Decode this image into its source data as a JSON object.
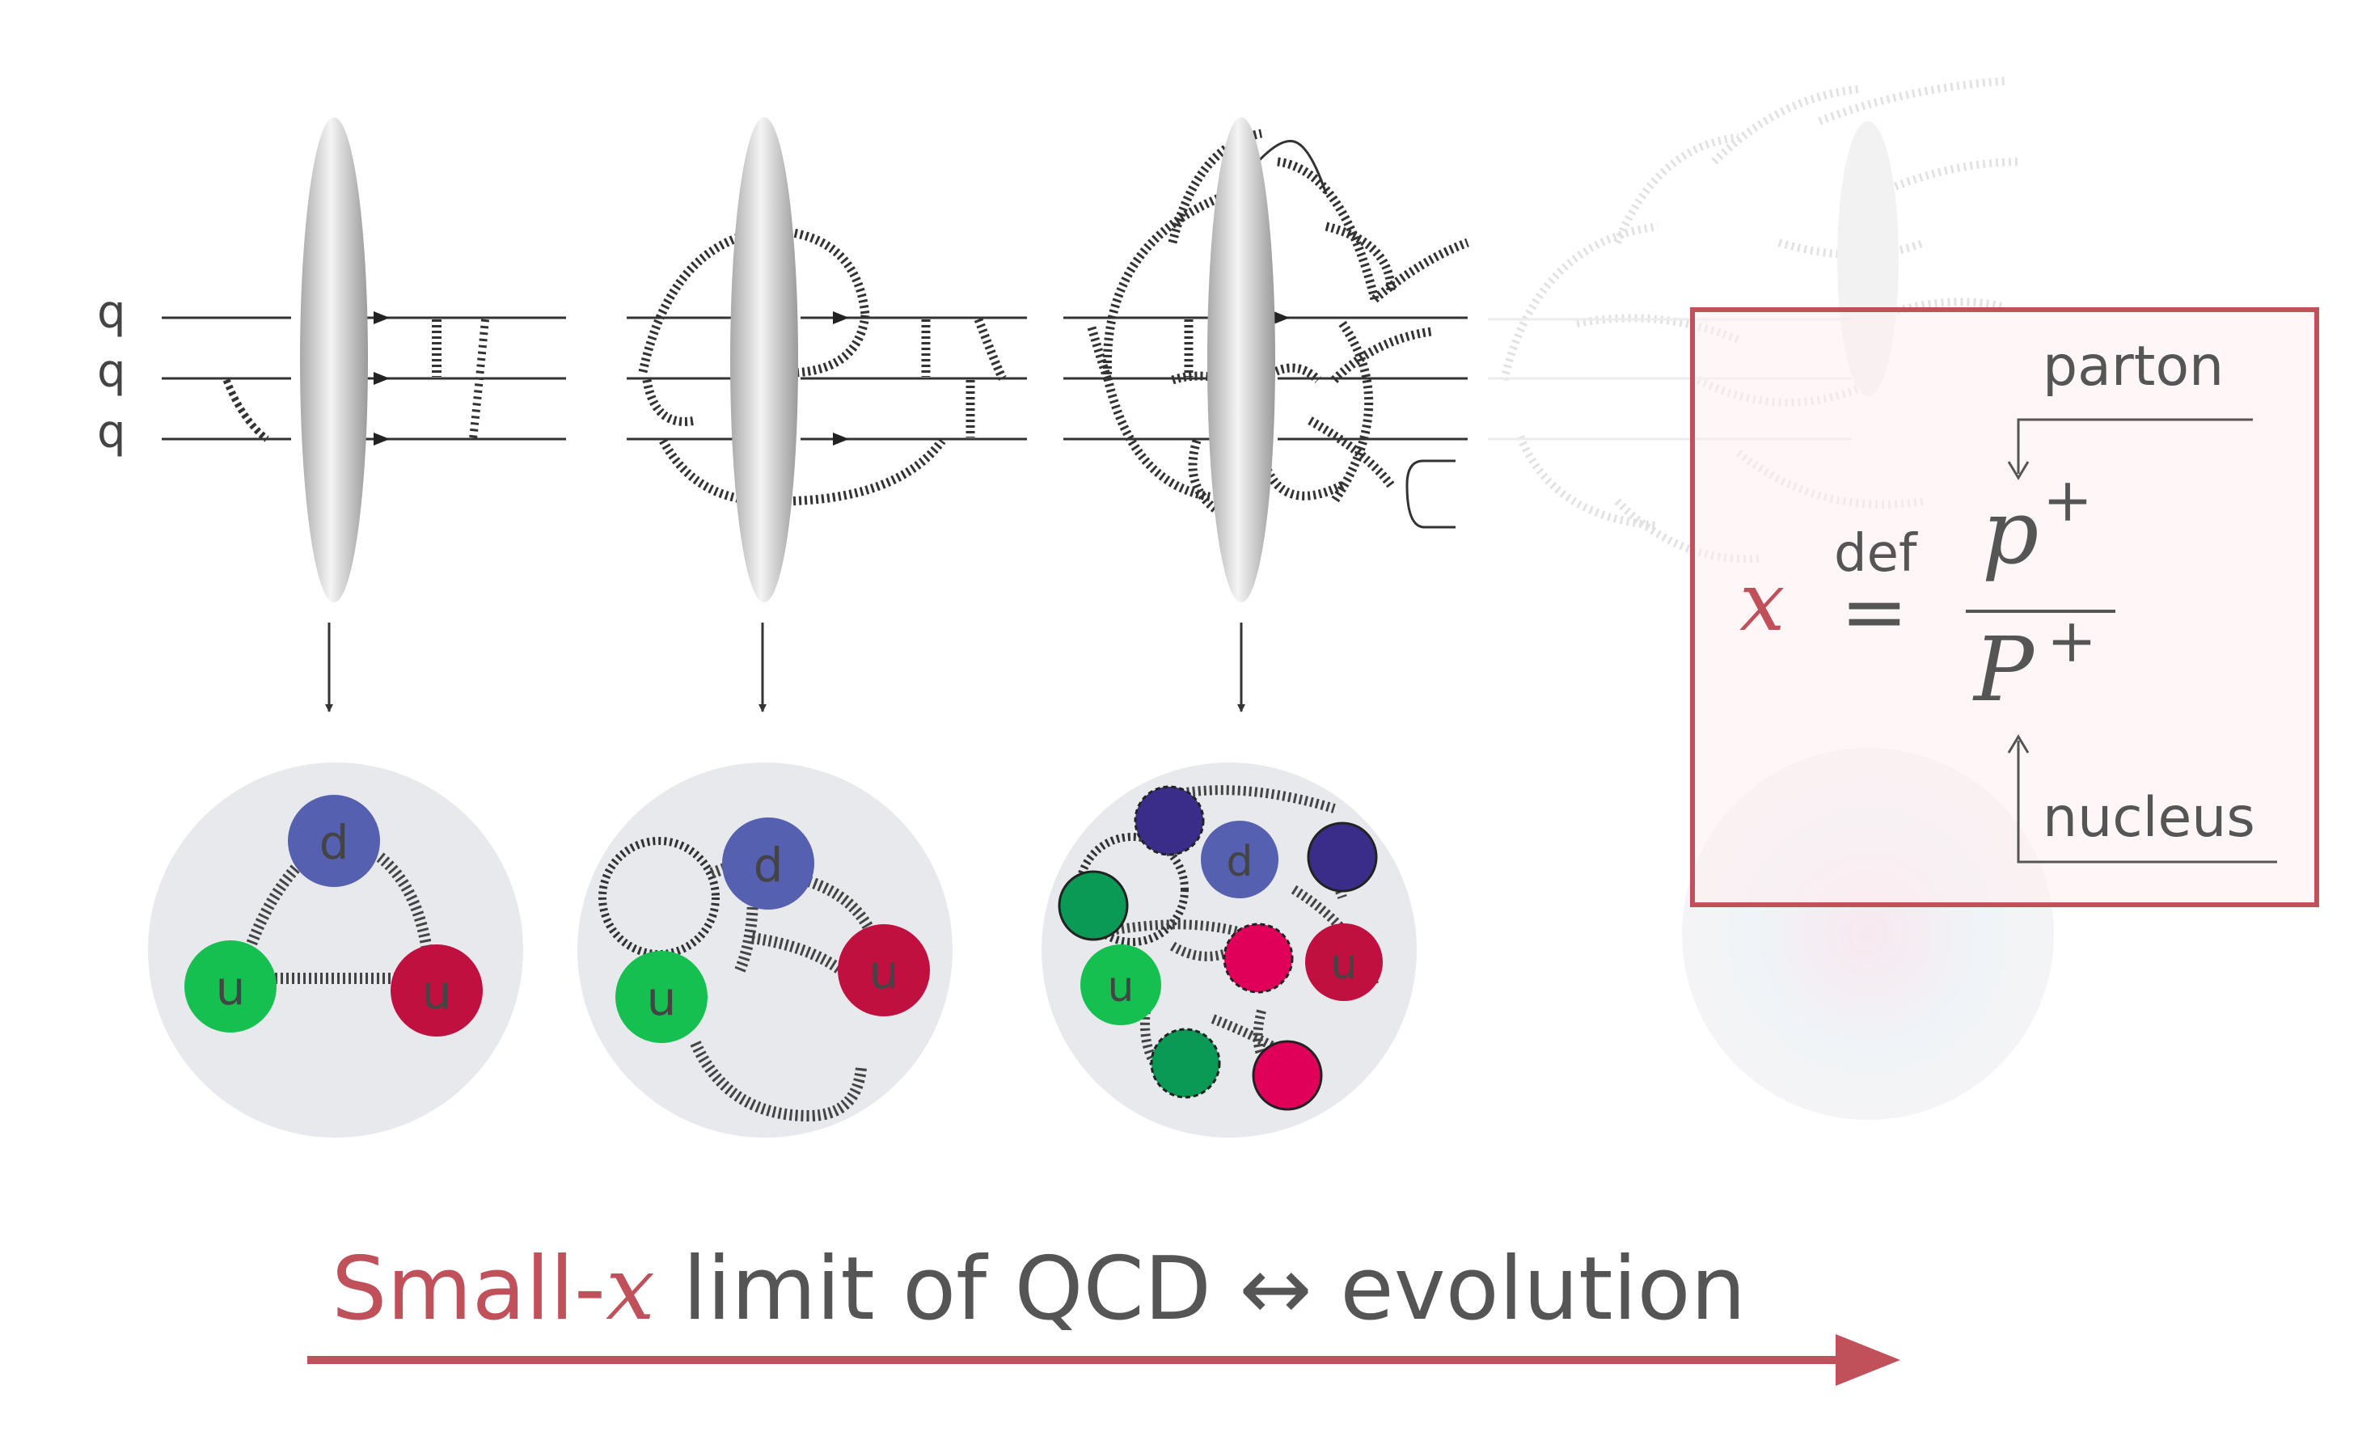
{
  "diagram": {
    "quark_labels": [
      "q",
      "q",
      "q"
    ],
    "panels": [
      {
        "quarks": [
          {
            "flavor": "d",
            "color": "#5560b0"
          },
          {
            "flavor": "u",
            "color": "#16c050"
          },
          {
            "flavor": "u",
            "color": "#c01040"
          }
        ]
      },
      {
        "quarks": [
          {
            "flavor": "d",
            "color": "#5560b0"
          },
          {
            "flavor": "u",
            "color": "#16c050"
          },
          {
            "flavor": "u",
            "color": "#c01040"
          }
        ]
      },
      {
        "quarks": [
          {
            "flavor": "d",
            "color": "#5560b0"
          },
          {
            "flavor": "u",
            "color": "#16c050"
          },
          {
            "flavor": "u",
            "color": "#c01040"
          }
        ]
      }
    ]
  },
  "definition": {
    "variable": "x",
    "relation_label": "def",
    "equals": "=",
    "numerator": "p",
    "numerator_sup": "+",
    "denominator": "P",
    "denominator_sup": "+",
    "numerator_label": "parton",
    "denominator_label": "nucleus",
    "accent_color": "#c0505a"
  },
  "caption": {
    "prefix": "Small-",
    "variable": "x",
    "rest": " limit of QCD ↔ evolution"
  }
}
